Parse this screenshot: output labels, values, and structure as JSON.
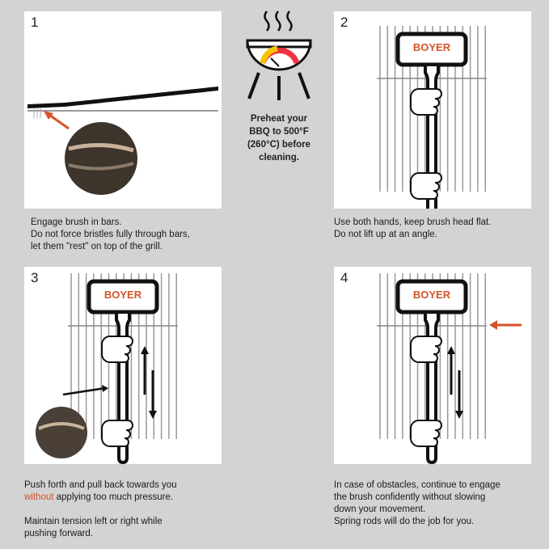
{
  "brand": "BOYER",
  "accent": "#d5532a",
  "center": {
    "text": "Preheat your\nBBQ to 500°F\n(260°C) before\ncleaning.",
    "icon": "bbq-grill-thermometer-icon"
  },
  "steps": [
    {
      "number": "1",
      "caption": "Engage brush in bars.\nDo not force bristles fully through bars,\nlet them \"rest\" on top of the grill."
    },
    {
      "number": "2",
      "caption": "Use both hands, keep brush head flat.\nDo not lift up at an angle."
    },
    {
      "number": "3",
      "caption_pre": "Push forth and pull back towards you",
      "caption_highlight": "without",
      "caption_post": " applying too much pressure.\n\nMaintain tension left or right while\npushing forward."
    },
    {
      "number": "4",
      "caption": "In case of obstacles, continue to engage\nthe brush confidently without slowing\ndown your movement.\nSpring rods will do the job for you."
    }
  ]
}
